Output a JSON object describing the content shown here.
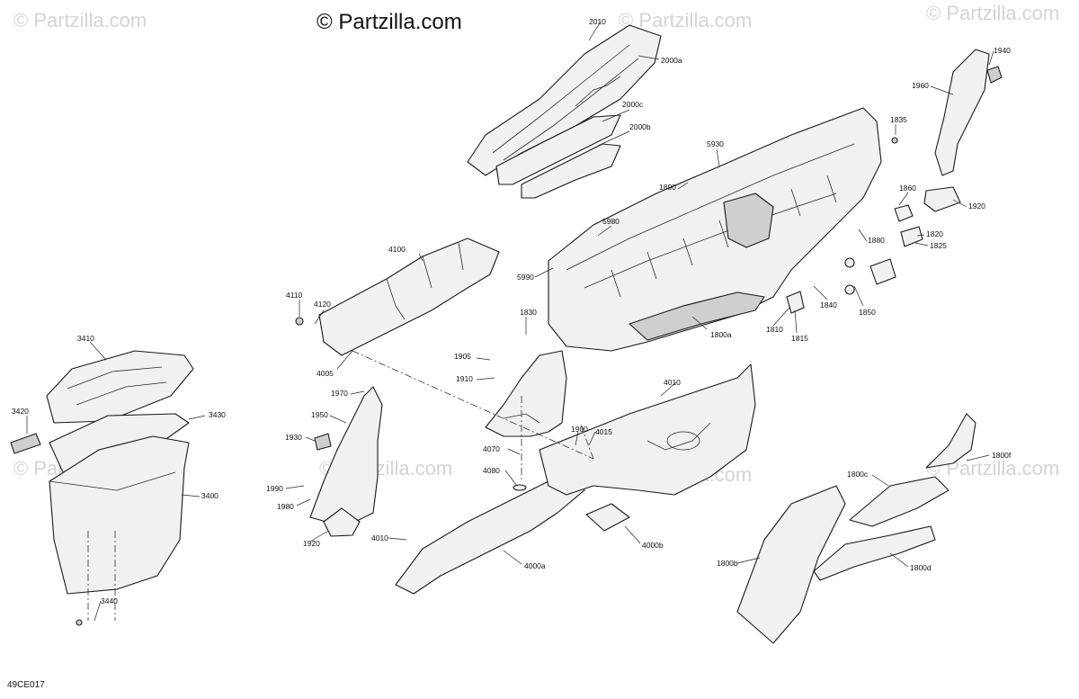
{
  "brand": "© Partzilla.com",
  "watermark": "© Partzilla.com",
  "diagram_code": "49CE017",
  "callouts": {
    "c2010": "2010",
    "c2000a": "2000a",
    "c2000c": "2000c",
    "c2000b": "2000b",
    "c1940": "1940",
    "c1960": "1960",
    "c1835": "1835",
    "c5930": "5930",
    "c1890": "1890",
    "c1860": "1860",
    "c1920a": "1920",
    "c5980": "5980",
    "c1820": "1820",
    "c1825": "1825",
    "c1880": "1880",
    "c4100": "4100",
    "c5990": "5990",
    "c4110": "4110",
    "c4120": "4120",
    "c1840": "1840",
    "c1850": "1850",
    "c1830": "1830",
    "c1810": "1810",
    "c1815": "1815",
    "c1800a": "1800a",
    "c3410": "3410",
    "c4005": "4005",
    "c1905": "1905",
    "c1910": "1910",
    "c4010a": "4010",
    "c1970": "1970",
    "c3420": "3420",
    "c3430": "3430",
    "c1950": "1950",
    "c1900": "1900",
    "c4015": "4015",
    "c1800f": "1800f",
    "c1930": "1930",
    "c4070": "4070",
    "c4080": "4080",
    "c1800c": "1800c",
    "c3400": "3400",
    "c1990": "1990",
    "c1980": "1980",
    "c4000b": "4000b",
    "c1920b": "1920",
    "c4010b": "4010",
    "c4000a": "4000a",
    "c1800b": "1800b",
    "c1800d": "1800d",
    "c3440": "3440"
  }
}
